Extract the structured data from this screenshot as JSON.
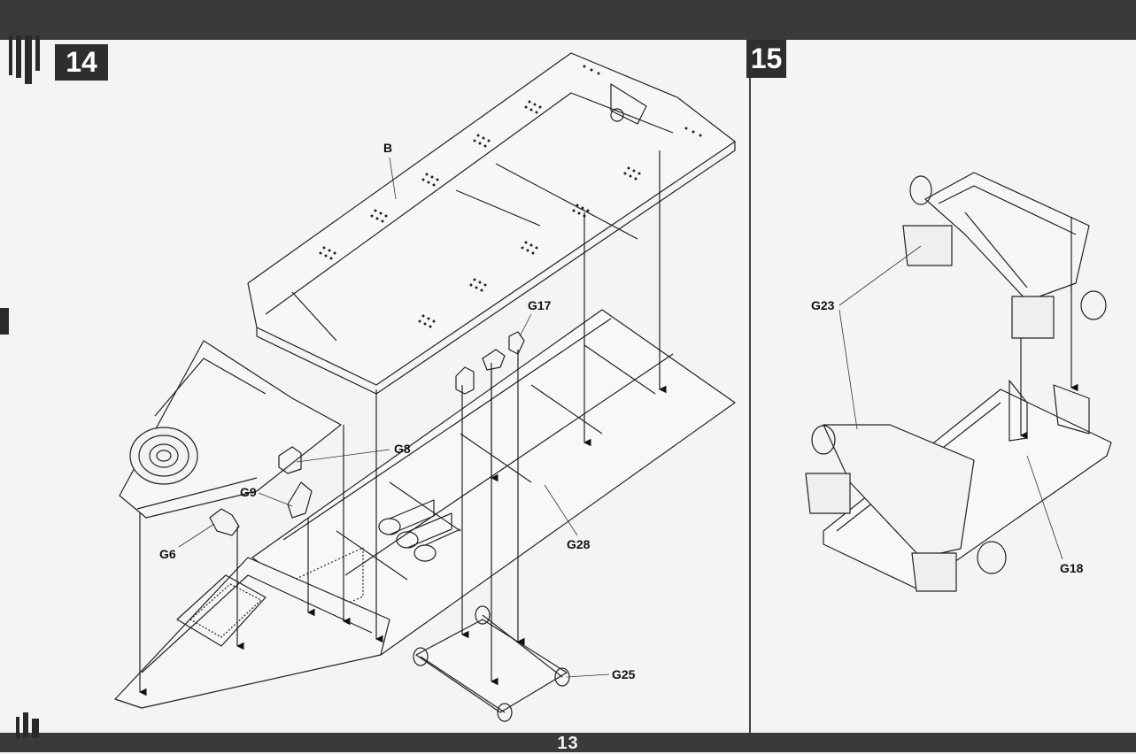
{
  "page_number": "13",
  "steps": [
    {
      "number": "14",
      "labels": [
        "B",
        "G17",
        "G8",
        "G9",
        "G6",
        "G28",
        "G25"
      ]
    },
    {
      "number": "15",
      "labels": [
        "G23",
        "G18"
      ]
    }
  ]
}
